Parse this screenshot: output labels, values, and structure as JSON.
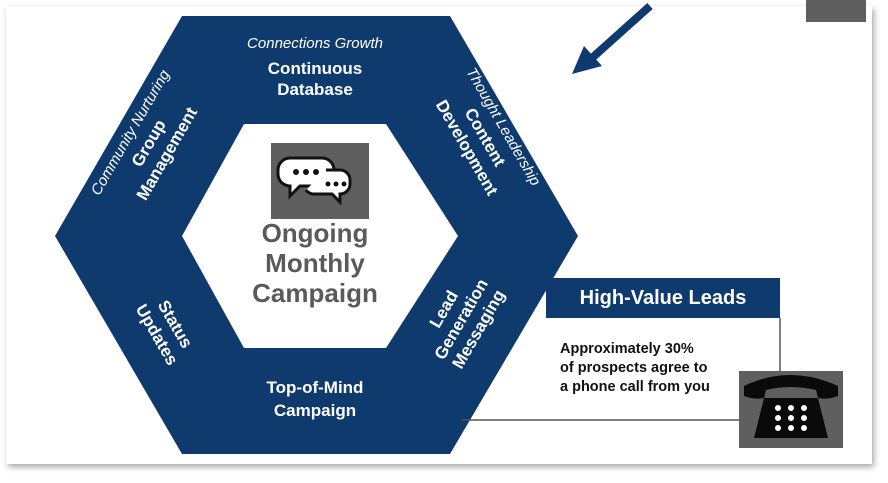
{
  "colors": {
    "hexagon": "#0e3a6e",
    "inner": "#ffffff",
    "center_text": "#5a5a5a",
    "icon_box": "#5f5f5f",
    "accent_box": "#0e3a6e"
  },
  "hexagon": {
    "segments": {
      "top": {
        "subtitle": "Connections Growth",
        "line1": "Continuous",
        "line2": "Database"
      },
      "upper_right": {
        "subtitle": "Thought Leadership",
        "line1": "Content",
        "line2": "Development"
      },
      "lower_right": {
        "line1": "Lead",
        "line2": "Generation",
        "line3": "Messaging"
      },
      "bottom": {
        "line1": "Top-of-Mind",
        "line2": "Campaign"
      },
      "lower_left": {
        "line1": "Status",
        "line2": "Updates"
      },
      "upper_left": {
        "subtitle": "Community Nurturing",
        "line1": "Group",
        "line2": "Management"
      }
    },
    "center": {
      "line1": "Ongoing",
      "line2": "Monthly",
      "line3": "Campaign",
      "icon": "chat-bubbles-icon"
    }
  },
  "high_value": {
    "title": "High-Value Leads",
    "lines": [
      "Approximately 30%",
      "of prospects agree to",
      "a phone call from you"
    ],
    "icon": "telephone-icon"
  },
  "arrow_icon": "arrow-icon"
}
